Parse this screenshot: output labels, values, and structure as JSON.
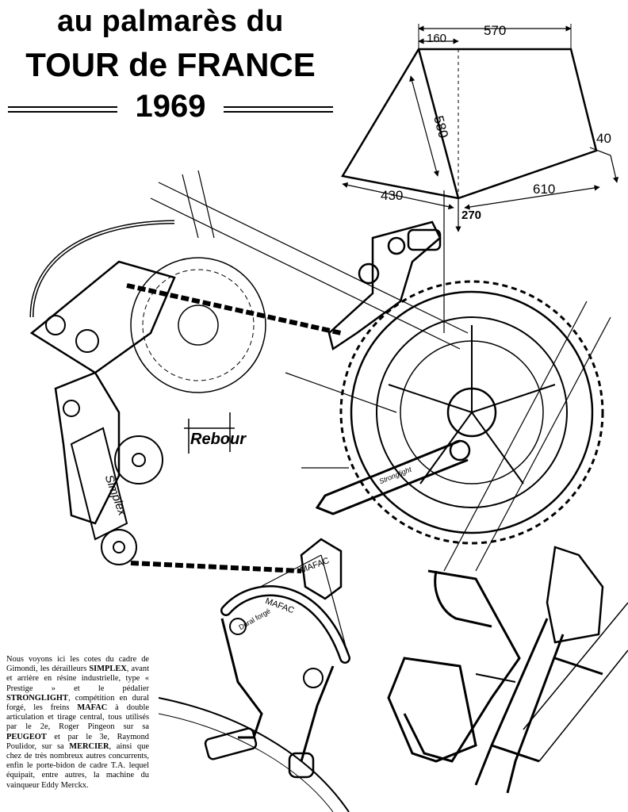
{
  "header": {
    "line1": "au palmarès du",
    "line2": "TOUR de FRANCE",
    "year": "1969"
  },
  "frame_dimensions": {
    "top_tube": "570",
    "offset": "160",
    "seat_tube": "580",
    "head_tube": "40",
    "chainstay": "430",
    "down_tube": "610",
    "bb_drop": "270"
  },
  "components": {
    "rear_derailleur_brand": "Simplex",
    "signature": "Rebour",
    "crank_brand": "Stronglight",
    "brake_brand": "MAFAC",
    "brake_marking": "Dural forgé"
  },
  "caption": {
    "p1": "Nous voyons ici les cotes du cadre de Gimondi, les dérailleurs ",
    "simplex": "SIMPLEX",
    "p2": ", avant et arrière en résine industrielle, type « Prestige » et le pédalier ",
    "stronglight": "STRONGLIGHT",
    "p3": ", compétition en dural forgé, les freins ",
    "mafac": "MAFAC",
    "p4": " à double articulation et tirage central, tous utilisés par le 2e, Roger Pingeon sur sa ",
    "peugeot": "PEUGEOT",
    "p5": " et par le 3e, Raymond Poulidor, sur sa ",
    "mercier": "MERCIER",
    "p6": ", ainsi que chez de très nombreux autres concurrents, enfin le porte-bidon de cadre T.A. lequel équipait, entre autres, la machine du vainqueur Eddy Merckx."
  }
}
